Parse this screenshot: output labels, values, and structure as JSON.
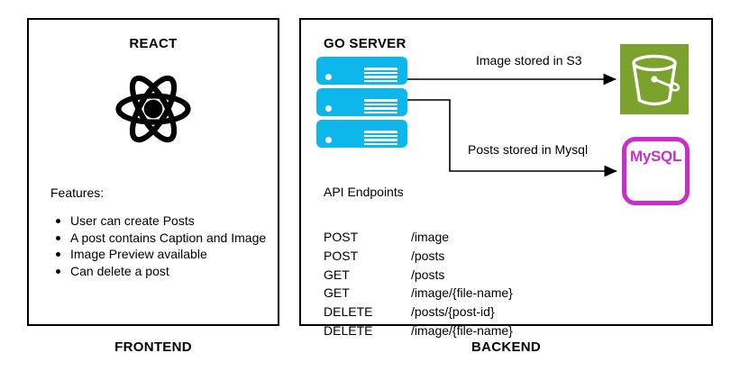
{
  "frontend": {
    "title": "REACT",
    "caption": "FRONTEND",
    "features_heading": "Features:",
    "features": [
      "User can create Posts",
      "A post contains Caption and Image",
      "Image Preview available",
      "Can delete a post"
    ]
  },
  "backend": {
    "title": "GO SERVER",
    "caption": "BACKEND",
    "api_heading": "API Endpoints",
    "endpoints": [
      {
        "method": "POST",
        "path": "/image"
      },
      {
        "method": "POST",
        "path": "/posts"
      },
      {
        "method": "GET",
        "path": "/posts"
      },
      {
        "method": "GET",
        "path": "/image/{file-name}"
      },
      {
        "method": "DELETE",
        "path": "/posts/{post-id}"
      },
      {
        "method": "DELETE",
        "path": "/image/{file-name}"
      }
    ],
    "arrows": [
      {
        "label": "Image stored in S3",
        "target": "s3-bucket"
      },
      {
        "label": "Posts stored in Mysql",
        "target": "mysql"
      }
    ],
    "mysql_label": "MySQL"
  },
  "icons": {
    "react_logo": "react-atom-icon",
    "server": "server-rack-icon",
    "s3": "s3-bucket-icon",
    "mysql": "mysql-database-icon"
  },
  "colors": {
    "server_cyan": "#0DB7EB",
    "s3_green": "#7AA22C",
    "mysql_magenta": "#C72FC9",
    "line_black": "#000000"
  }
}
